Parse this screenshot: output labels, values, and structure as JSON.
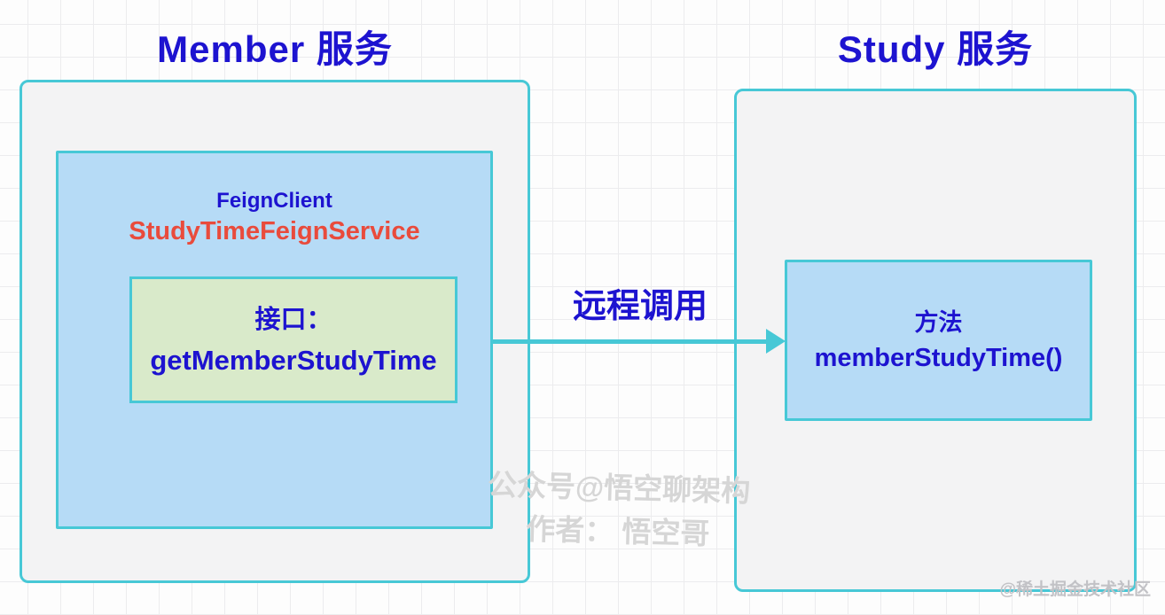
{
  "colors": {
    "title_blue": "#1d13d0",
    "accent_red": "#e94b3c",
    "border_cyan": "#47c8d6",
    "fill_gray": "#f3f3f4",
    "fill_blue": "#b6dbf6",
    "fill_green": "#d9eaca",
    "watermark_gray": "#d6d6d6",
    "watermark_corner_gray": "#c2c2c6",
    "grid_line": "#ececee"
  },
  "member_service": {
    "title": "Member 服务",
    "feign_line1": "FeignClient",
    "feign_line2": "StudyTimeFeignService",
    "interface_line1": "接口：",
    "interface_line2": "getMemberStudyTime"
  },
  "study_service": {
    "title": "Study 服务",
    "method_line1": "方法",
    "method_line2": "memberStudyTime()"
  },
  "arrow": {
    "label": "远程调用"
  },
  "watermarks": {
    "center_line1": "公众号@悟空聊架构",
    "center_line2": "作者： 悟空哥",
    "corner": "@稀土掘金技术社区"
  }
}
